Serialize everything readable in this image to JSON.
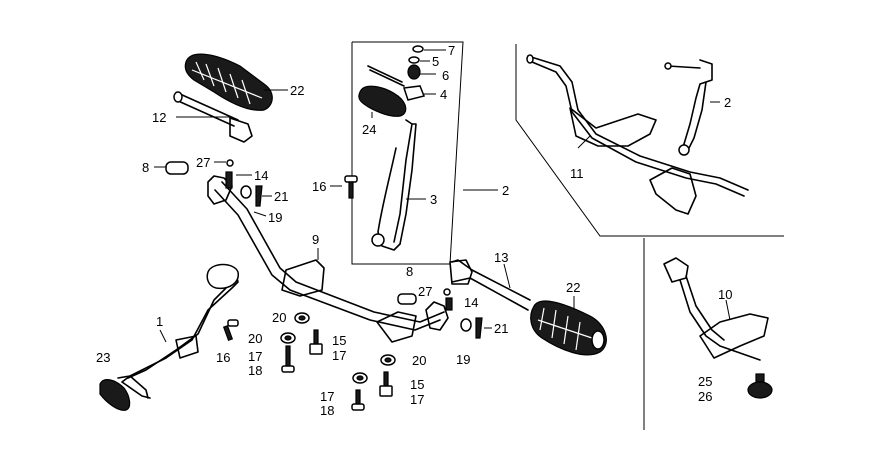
{
  "labels": {
    "l1": "1",
    "l2a": "2",
    "l2b": "2",
    "l3": "3",
    "l4": "4",
    "l5": "5",
    "l6": "6",
    "l7": "7",
    "l8a": "8",
    "l8b": "8",
    "l9": "9",
    "l10": "10",
    "l11": "11",
    "l12": "12",
    "l13": "13",
    "l14a": "14",
    "l14b": "14",
    "l15a": "15",
    "l15b": "15",
    "l16a": "16",
    "l16b": "16",
    "l17a": "17",
    "l17b": "17",
    "l17c": "17",
    "l17d": "17",
    "l18a": "18",
    "l18b": "18",
    "l19a": "19",
    "l19b": "19",
    "l20a": "20",
    "l20b": "20",
    "l20c": "20",
    "l21a": "21",
    "l21b": "21",
    "l22a": "22",
    "l22b": "22",
    "l23": "23",
    "l24": "24",
    "l25": "25",
    "l26": "26",
    "l27a": "27",
    "l27b": "27"
  }
}
